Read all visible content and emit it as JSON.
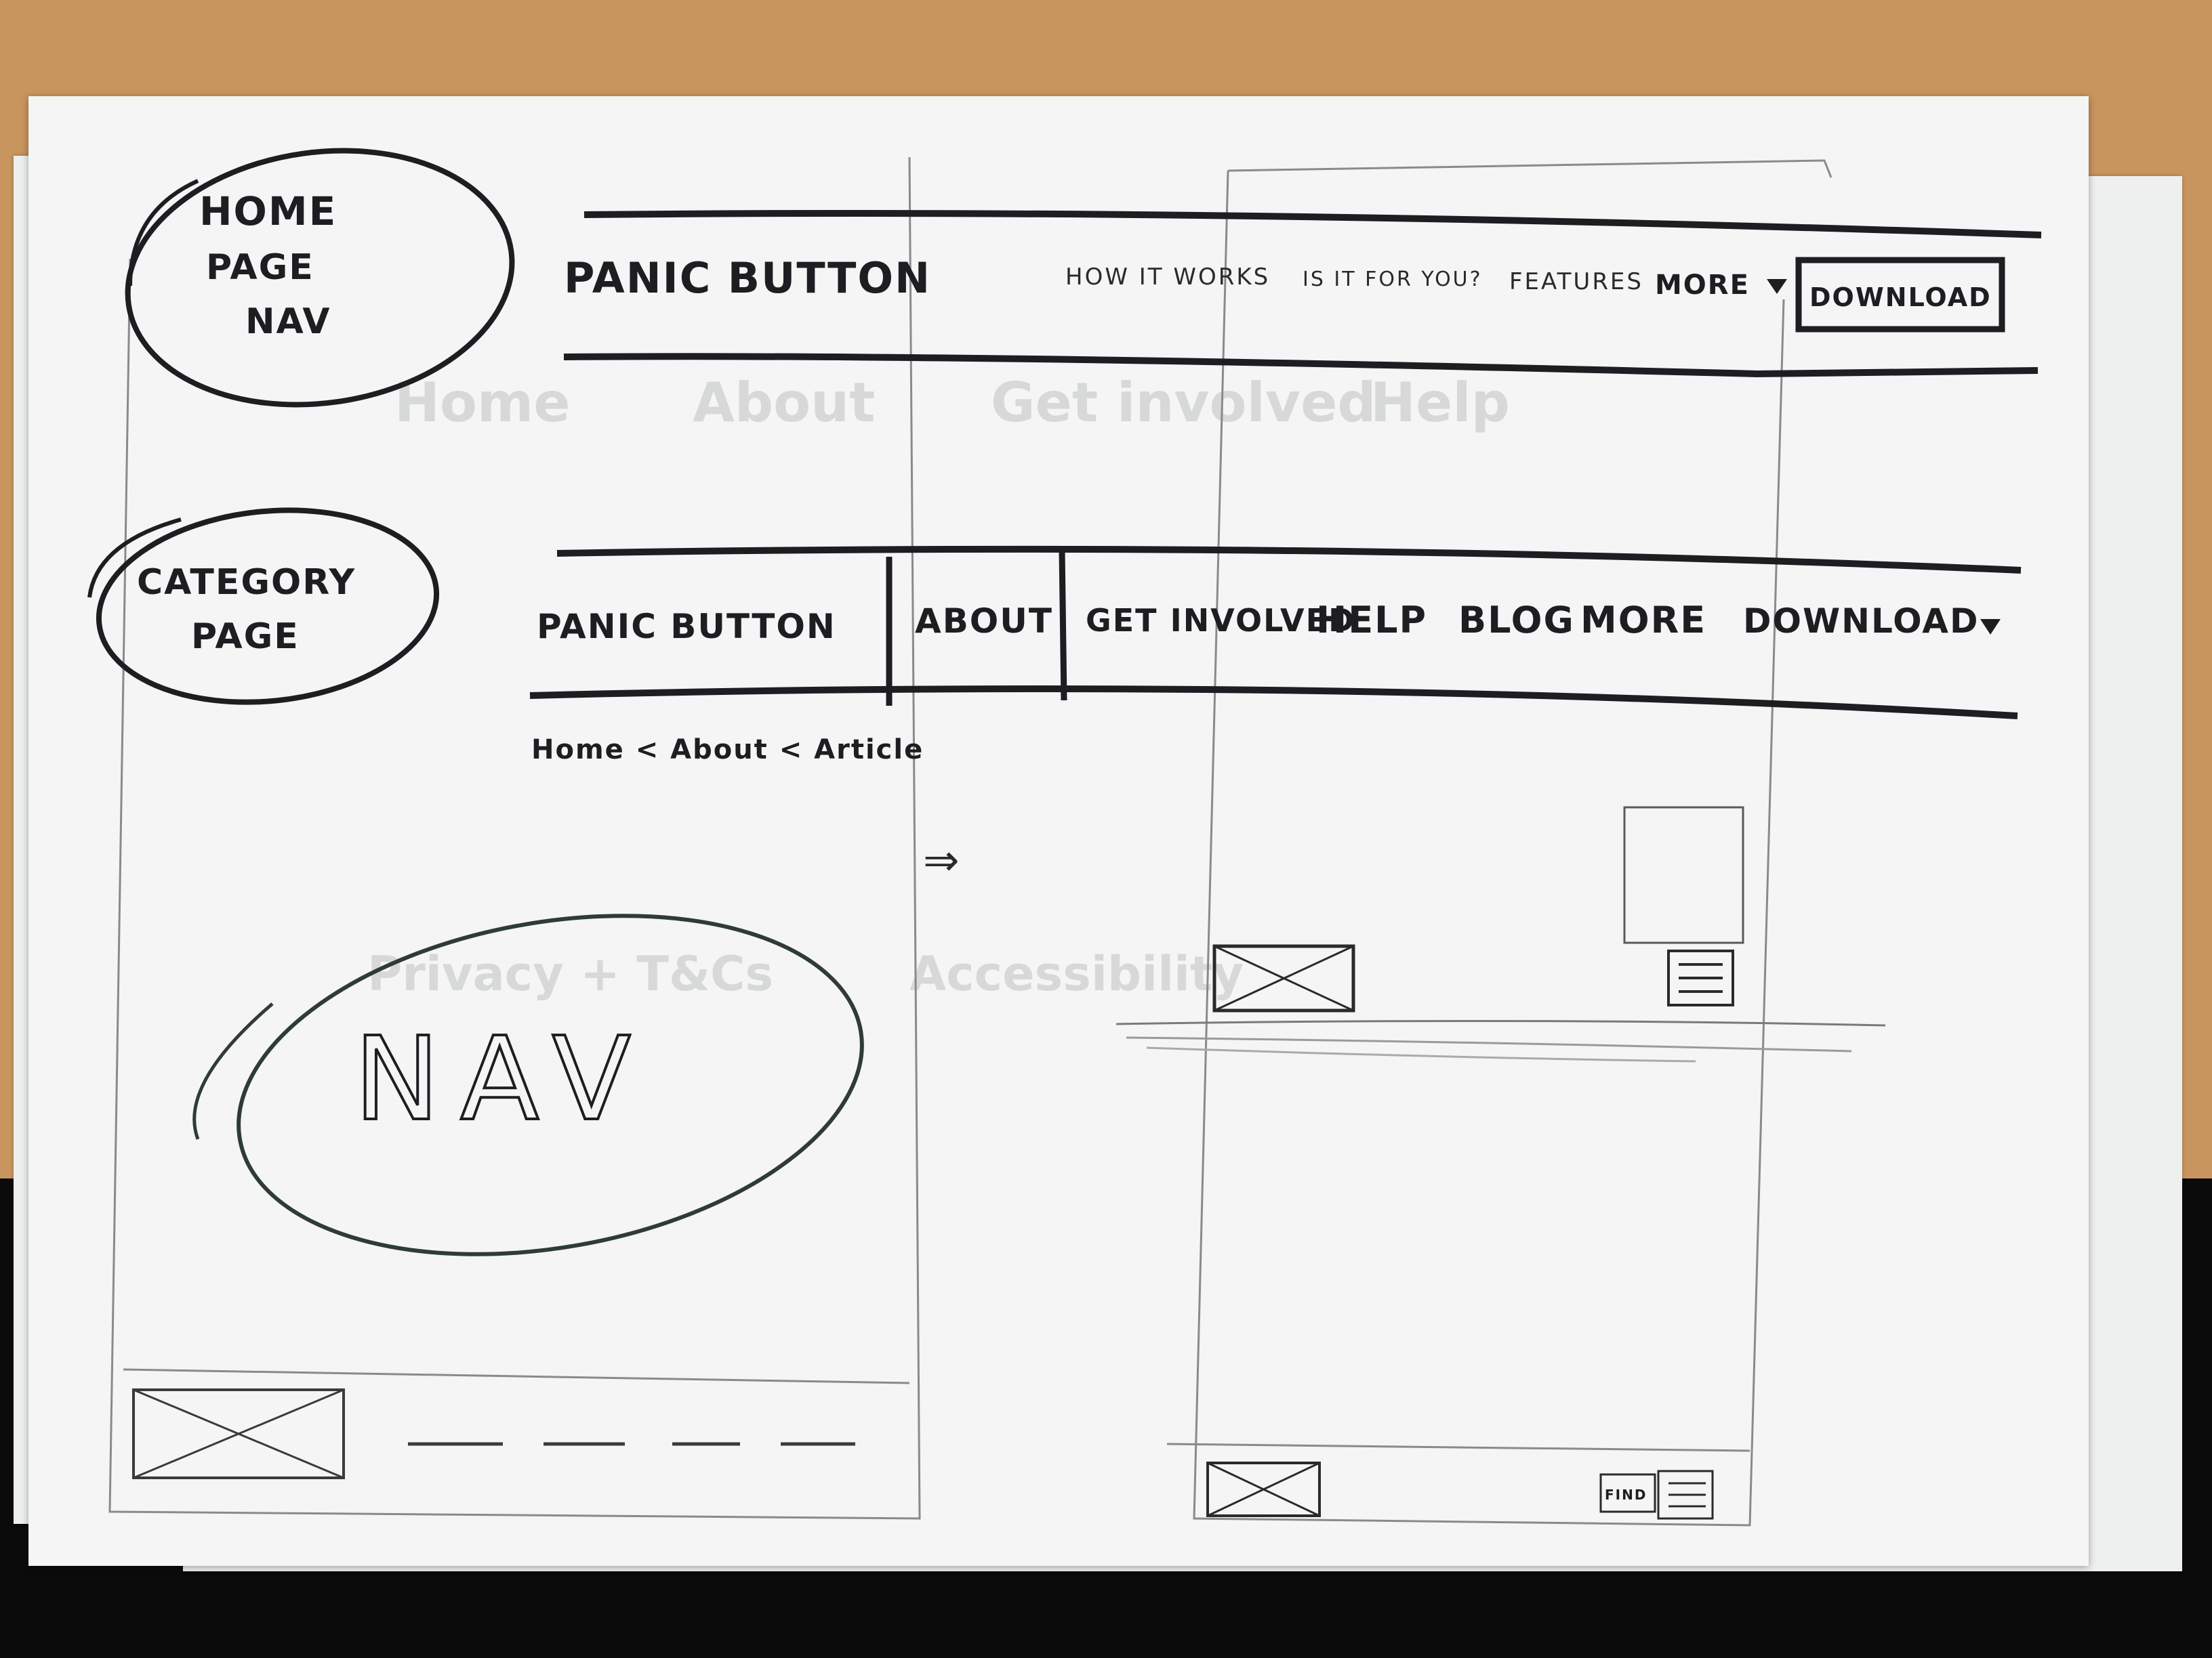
{
  "sketch": {
    "home_nav_label": [
      "HOME",
      "PAGE",
      "NAV"
    ],
    "home_nav": {
      "brand": "PANIC BUTTON",
      "links": [
        "HOW IT WORKS",
        "IS IT FOR YOU?",
        "FEATURES"
      ],
      "more": "MORE",
      "download": "DOWNLOAD"
    },
    "category_label": [
      "CATEGORY",
      "PAGE"
    ],
    "category_nav": {
      "brand": "PANIC BUTTON",
      "about": "ABOUT",
      "items": [
        "GET INVOLVED",
        "HELP",
        "BLOG",
        "MORE",
        "DOWNLOAD"
      ]
    },
    "breadcrumb": "Home < About < Article",
    "nav_bubble": "NAV",
    "arrow": "⇒",
    "small_button": "FIND"
  }
}
